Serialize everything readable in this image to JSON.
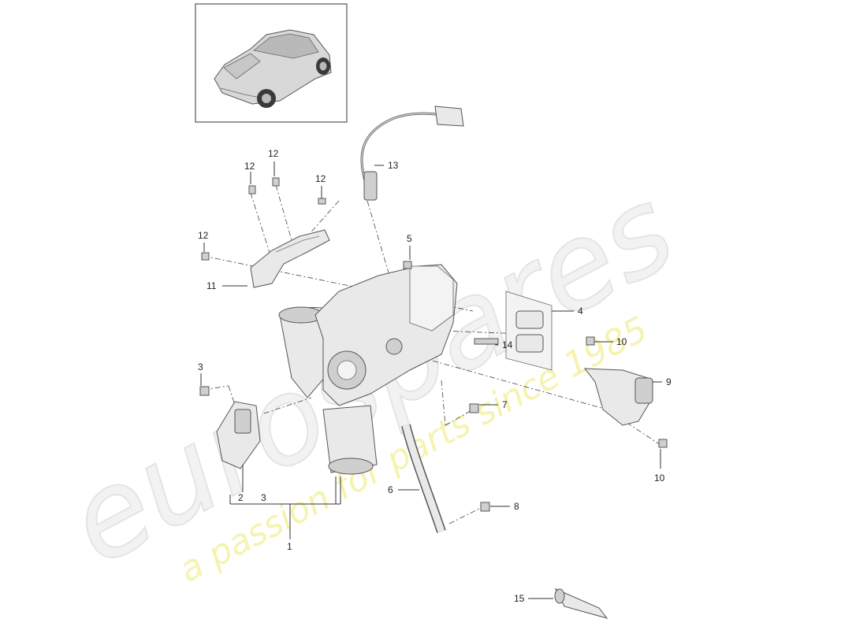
{
  "watermark": {
    "brand": "eurospares",
    "tagline": "a passion for parts since 1985"
  },
  "thumbnail": {
    "icon": "suv-car-icon"
  },
  "callouts": [
    {
      "name": "callout-1",
      "label": "1"
    },
    {
      "name": "callout-2",
      "label": "2"
    },
    {
      "name": "callout-3-left",
      "label": "3"
    },
    {
      "name": "callout-3-bottom",
      "label": "3"
    },
    {
      "name": "callout-4",
      "label": "4"
    },
    {
      "name": "callout-5",
      "label": "5"
    },
    {
      "name": "callout-6",
      "label": "6"
    },
    {
      "name": "callout-7",
      "label": "7"
    },
    {
      "name": "callout-8",
      "label": "8"
    },
    {
      "name": "callout-9",
      "label": "9"
    },
    {
      "name": "callout-10-top",
      "label": "10"
    },
    {
      "name": "callout-10-bottom",
      "label": "10"
    },
    {
      "name": "callout-11",
      "label": "11"
    },
    {
      "name": "callout-12-a",
      "label": "12"
    },
    {
      "name": "callout-12-b",
      "label": "12"
    },
    {
      "name": "callout-12-c",
      "label": "12"
    },
    {
      "name": "callout-12-d",
      "label": "12"
    },
    {
      "name": "callout-13",
      "label": "13"
    },
    {
      "name": "callout-14",
      "label": "14"
    },
    {
      "name": "callout-15",
      "label": "15"
    }
  ]
}
